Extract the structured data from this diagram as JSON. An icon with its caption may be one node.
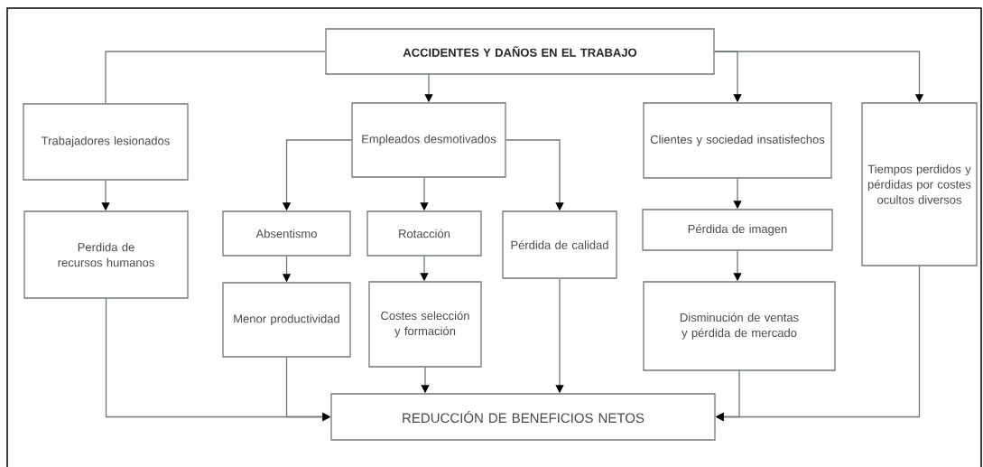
{
  "diagram": {
    "nodes": [
      {
        "text": [
          "ACCIDENTES Y DAÑOS EN EL TRABAJO"
        ]
      },
      {
        "text": [
          "Trabajadores lesionados"
        ]
      },
      {
        "text": [
          "Empleados desmotivados"
        ]
      },
      {
        "text": [
          "Clientes y sociedad insatisfechos"
        ]
      },
      {
        "text": [
          "Tiempos perdidos y pérdidas por costes ocultos diversos"
        ]
      },
      {
        "text": [
          "Perdida de recursos humanos"
        ]
      },
      {
        "text": [
          "Absentismo"
        ]
      },
      {
        "text": [
          "Rotacción"
        ]
      },
      {
        "text": [
          "Pérdida de calidad"
        ]
      },
      {
        "text": [
          "Pérdida de imagen"
        ]
      },
      {
        "text": [
          "Menor productividad"
        ]
      },
      {
        "text": [
          "Costes selección y formación"
        ]
      },
      {
        "text": [
          "Disminución de ventas y pérdida de mercado"
        ]
      },
      {
        "text": [
          "REDUCCIÓN DE BENEFICIOS NETOS"
        ]
      }
    ],
    "edges": [
      {
        "from": 0,
        "to": 1,
        "arrow": "none"
      },
      {
        "from": 0,
        "to": 2,
        "arrow": "to"
      },
      {
        "from": 0,
        "to": 3,
        "arrow": "to"
      },
      {
        "from": 0,
        "to": 4,
        "arrow": "to"
      },
      {
        "from": 1,
        "to": 5,
        "arrow": "to"
      },
      {
        "from": 2,
        "to": 6,
        "arrow": "to"
      },
      {
        "from": 2,
        "to": 7,
        "arrow": "to"
      },
      {
        "from": 2,
        "to": 8,
        "arrow": "to"
      },
      {
        "from": 3,
        "to": 9,
        "arrow": "to"
      },
      {
        "from": 6,
        "to": 10,
        "arrow": "to"
      },
      {
        "from": 7,
        "to": 11,
        "arrow": "to"
      },
      {
        "from": 9,
        "to": 12,
        "arrow": "to"
      },
      {
        "from": 5,
        "to": 13,
        "arrow": "to"
      },
      {
        "from": 10,
        "to": 13,
        "arrow": "to"
      },
      {
        "from": 11,
        "to": 13,
        "arrow": "to"
      },
      {
        "from": 8,
        "to": 13,
        "arrow": "to"
      },
      {
        "from": 12,
        "to": 13,
        "arrow": "to"
      },
      {
        "from": 4,
        "to": 13,
        "arrow": "to"
      }
    ]
  }
}
